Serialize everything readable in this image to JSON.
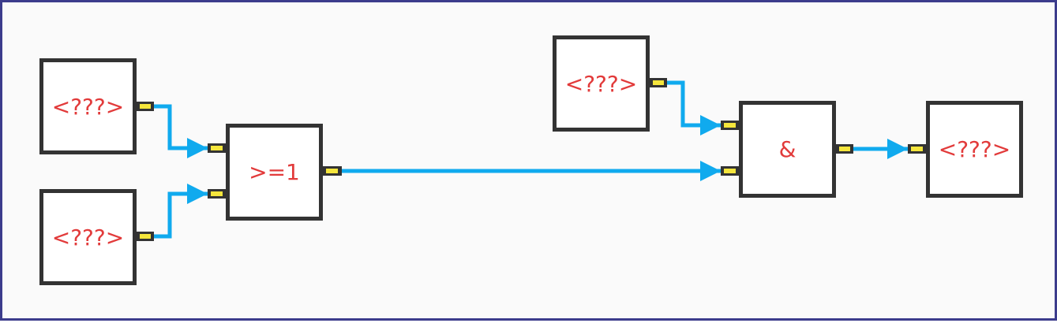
{
  "diagram": {
    "colors": {
      "frame_border": "#3c3c8c",
      "block_border": "#333333",
      "label_text": "#e23b3b",
      "wire": "#10aaee",
      "pin_outline": "#333333",
      "pin_fill": "#f5e63c"
    },
    "blocks": {
      "in1": {
        "label": "<???>"
      },
      "in2": {
        "label": "<???>"
      },
      "or_gate": {
        "label": ">=1"
      },
      "in3": {
        "label": "<???>"
      },
      "and_gate": {
        "label": "&"
      },
      "out1": {
        "label": "<???>"
      }
    },
    "connections": [
      {
        "from": "in1",
        "to": "or_gate.in1"
      },
      {
        "from": "in2",
        "to": "or_gate.in2"
      },
      {
        "from": "or_gate",
        "to": "and_gate.in2"
      },
      {
        "from": "in3",
        "to": "and_gate.in1"
      },
      {
        "from": "and_gate",
        "to": "out1"
      }
    ]
  }
}
